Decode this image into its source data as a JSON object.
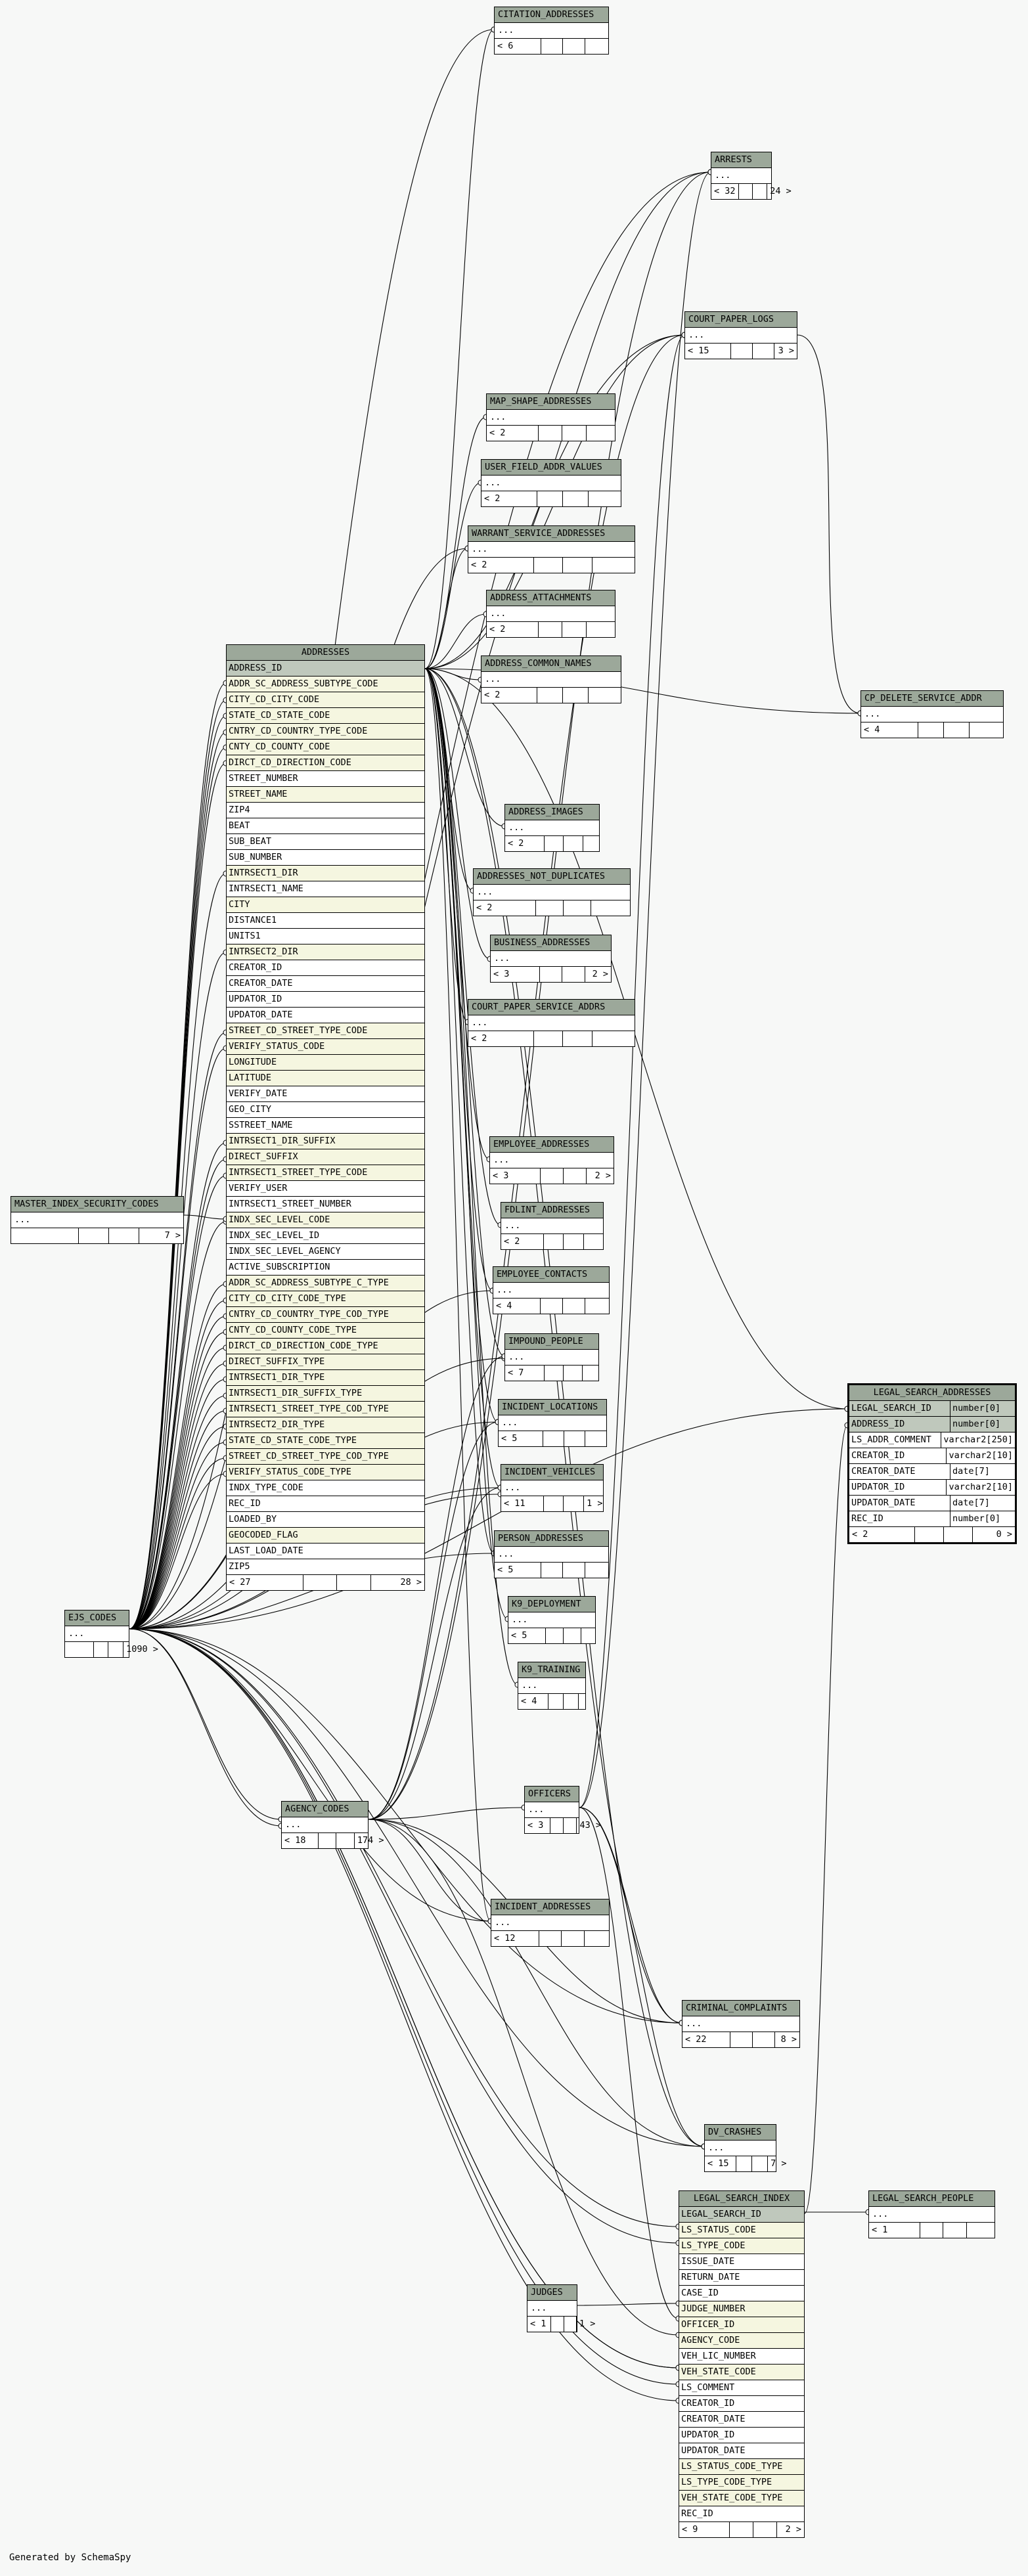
{
  "footer": "Generated by SchemaSpy",
  "colors": {
    "header": "#9ca89a",
    "fk_row": "#f5f6e0",
    "pk_row": "#bfc8bc",
    "line": "#000000"
  },
  "tables": {
    "citation_addresses": {
      "name": "CITATION_ADDRESSES",
      "ellipsis": "...",
      "foot_left": "< 6",
      "foot_right": ""
    },
    "arrests": {
      "name": "ARRESTS",
      "ellipsis": "...",
      "foot_left": "< 32",
      "foot_right": "24 >"
    },
    "court_paper_logs": {
      "name": "COURT_PAPER_LOGS",
      "ellipsis": "...",
      "foot_left": "< 15",
      "foot_right": "3 >"
    },
    "map_shape_addresses": {
      "name": "MAP_SHAPE_ADDRESSES",
      "ellipsis": "...",
      "foot_left": "< 2",
      "foot_right": ""
    },
    "user_field_addr_values": {
      "name": "USER_FIELD_ADDR_VALUES",
      "ellipsis": "...",
      "foot_left": "< 2",
      "foot_right": ""
    },
    "warrant_service_addresses": {
      "name": "WARRANT_SERVICE_ADDRESSES",
      "ellipsis": "...",
      "foot_left": "< 2",
      "foot_right": ""
    },
    "address_attachments": {
      "name": "ADDRESS_ATTACHMENTS",
      "ellipsis": "...",
      "foot_left": "< 2",
      "foot_right": ""
    },
    "address_common_names": {
      "name": "ADDRESS_COMMON_NAMES",
      "ellipsis": "...",
      "foot_left": "< 2",
      "foot_right": ""
    },
    "cp_delete_service_addr": {
      "name": "CP_DELETE_SERVICE_ADDR",
      "ellipsis": "...",
      "foot_left": "< 4",
      "foot_right": ""
    },
    "address_images": {
      "name": "ADDRESS_IMAGES",
      "ellipsis": "...",
      "foot_left": "< 2",
      "foot_right": ""
    },
    "addresses_not_duplicates": {
      "name": "ADDRESSES_NOT_DUPLICATES",
      "ellipsis": "...",
      "foot_left": "< 2",
      "foot_right": ""
    },
    "business_addresses": {
      "name": "BUSINESS_ADDRESSES",
      "ellipsis": "...",
      "foot_left": "< 3",
      "foot_right": "2 >"
    },
    "court_paper_service_addrs": {
      "name": "COURT_PAPER_SERVICE_ADDRS",
      "ellipsis": "...",
      "foot_left": "< 2",
      "foot_right": ""
    },
    "employee_addresses": {
      "name": "EMPLOYEE_ADDRESSES",
      "ellipsis": "...",
      "foot_left": "< 3",
      "foot_right": "2 >"
    },
    "fdlint_addresses": {
      "name": "FDLINT_ADDRESSES",
      "ellipsis": "...",
      "foot_left": "< 2",
      "foot_right": ""
    },
    "employee_contacts": {
      "name": "EMPLOYEE_CONTACTS",
      "ellipsis": "...",
      "foot_left": "< 4",
      "foot_right": ""
    },
    "impound_people": {
      "name": "IMPOUND_PEOPLE",
      "ellipsis": "...",
      "foot_left": "< 7",
      "foot_right": ""
    },
    "incident_locations": {
      "name": "INCIDENT_LOCATIONS",
      "ellipsis": "...",
      "foot_left": "< 5",
      "foot_right": ""
    },
    "incident_vehicles": {
      "name": "INCIDENT_VEHICLES",
      "ellipsis": "...",
      "foot_left": "< 11",
      "foot_right": "1 >"
    },
    "person_addresses": {
      "name": "PERSON_ADDRESSES",
      "ellipsis": "...",
      "foot_left": "< 5",
      "foot_right": ""
    },
    "k9_deployment": {
      "name": "K9_DEPLOYMENT",
      "ellipsis": "...",
      "foot_left": "< 5",
      "foot_right": ""
    },
    "k9_training": {
      "name": "K9_TRAINING",
      "ellipsis": "...",
      "foot_left": "< 4",
      "foot_right": ""
    },
    "officers": {
      "name": "OFFICERS",
      "ellipsis": "...",
      "foot_left": "< 3",
      "foot_right": "43 >"
    },
    "agency_codes": {
      "name": "AGENCY_CODES",
      "ellipsis": "...",
      "foot_left": "< 18",
      "foot_right": "174 >"
    },
    "incident_addresses": {
      "name": "INCIDENT_ADDRESSES",
      "ellipsis": "...",
      "foot_left": "< 12",
      "foot_right": ""
    },
    "criminal_complaints": {
      "name": "CRIMINAL_COMPLAINTS",
      "ellipsis": "...",
      "foot_left": "< 22",
      "foot_right": "8 >"
    },
    "dv_crashes": {
      "name": "DV_CRASHES",
      "ellipsis": "...",
      "foot_left": "< 15",
      "foot_right": "7 >"
    },
    "legal_search_people": {
      "name": "LEGAL_SEARCH_PEOPLE",
      "ellipsis": "...",
      "foot_left": "< 1",
      "foot_right": ""
    },
    "judges": {
      "name": "JUDGES",
      "ellipsis": "...",
      "foot_left": "< 1",
      "foot_right": "1 >"
    },
    "master_index_security_codes": {
      "name": "MASTER_INDEX_SECURITY_CODES",
      "ellipsis": "...",
      "foot_left": "",
      "foot_right": "7 >"
    },
    "ejs_codes": {
      "name": "EJS_CODES",
      "ellipsis": "...",
      "foot_left": "",
      "foot_right": "1090 >"
    },
    "addresses": {
      "name": "ADDRESSES",
      "foot_left": "< 27",
      "foot_right": "28 >",
      "columns": [
        {
          "n": "ADDRESS_ID",
          "k": "pk"
        },
        {
          "n": "ADDR_SC_ADDRESS_SUBTYPE_CODE",
          "k": "fk"
        },
        {
          "n": "CITY_CD_CITY_CODE",
          "k": "fk"
        },
        {
          "n": "STATE_CD_STATE_CODE",
          "k": "fk"
        },
        {
          "n": "CNTRY_CD_COUNTRY_TYPE_CODE",
          "k": "fk"
        },
        {
          "n": "CNTY_CD_COUNTY_CODE",
          "k": "fk"
        },
        {
          "n": "DIRCT_CD_DIRECTION_CODE",
          "k": "fk"
        },
        {
          "n": "STREET_NUMBER",
          "k": ""
        },
        {
          "n": "STREET_NAME",
          "k": "fk"
        },
        {
          "n": "ZIP4",
          "k": ""
        },
        {
          "n": "BEAT",
          "k": ""
        },
        {
          "n": "SUB_BEAT",
          "k": ""
        },
        {
          "n": "SUB_NUMBER",
          "k": ""
        },
        {
          "n": "INTRSECT1_DIR",
          "k": "fk"
        },
        {
          "n": "INTRSECT1_NAME",
          "k": ""
        },
        {
          "n": "CITY",
          "k": "fk"
        },
        {
          "n": "DISTANCE1",
          "k": ""
        },
        {
          "n": "UNITS1",
          "k": ""
        },
        {
          "n": "INTRSECT2_DIR",
          "k": "fk"
        },
        {
          "n": "CREATOR_ID",
          "k": ""
        },
        {
          "n": "CREATOR_DATE",
          "k": ""
        },
        {
          "n": "UPDATOR_ID",
          "k": ""
        },
        {
          "n": "UPDATOR_DATE",
          "k": ""
        },
        {
          "n": "STREET_CD_STREET_TYPE_CODE",
          "k": "fk"
        },
        {
          "n": "VERIFY_STATUS_CODE",
          "k": "fk"
        },
        {
          "n": "LONGITUDE",
          "k": "fk"
        },
        {
          "n": "LATITUDE",
          "k": "fk"
        },
        {
          "n": "VERIFY_DATE",
          "k": ""
        },
        {
          "n": "GEO_CITY",
          "k": ""
        },
        {
          "n": "SSTREET_NAME",
          "k": ""
        },
        {
          "n": "INTRSECT1_DIR_SUFFIX",
          "k": "fk"
        },
        {
          "n": "DIRECT_SUFFIX",
          "k": "fk"
        },
        {
          "n": "INTRSECT1_STREET_TYPE_CODE",
          "k": "fk"
        },
        {
          "n": "VERIFY_USER",
          "k": ""
        },
        {
          "n": "INTRSECT1_STREET_NUMBER",
          "k": ""
        },
        {
          "n": "INDX_SEC_LEVEL_CODE",
          "k": "fk"
        },
        {
          "n": "INDX_SEC_LEVEL_ID",
          "k": ""
        },
        {
          "n": "INDX_SEC_LEVEL_AGENCY",
          "k": ""
        },
        {
          "n": "ACTIVE_SUBSCRIPTION",
          "k": ""
        },
        {
          "n": "ADDR_SC_ADDRESS_SUBTYPE_C_TYPE",
          "k": "fk"
        },
        {
          "n": "CITY_CD_CITY_CODE_TYPE",
          "k": "fk"
        },
        {
          "n": "CNTRY_CD_COUNTRY_TYPE_COD_TYPE",
          "k": "fk"
        },
        {
          "n": "CNTY_CD_COUNTY_CODE_TYPE",
          "k": "fk"
        },
        {
          "n": "DIRCT_CD_DIRECTION_CODE_TYPE",
          "k": "fk"
        },
        {
          "n": "DIRECT_SUFFIX_TYPE",
          "k": "fk"
        },
        {
          "n": "INTRSECT1_DIR_TYPE",
          "k": "fk"
        },
        {
          "n": "INTRSECT1_DIR_SUFFIX_TYPE",
          "k": "fk"
        },
        {
          "n": "INTRSECT1_STREET_TYPE_COD_TYPE",
          "k": "fk"
        },
        {
          "n": "INTRSECT2_DIR_TYPE",
          "k": "fk"
        },
        {
          "n": "STATE_CD_STATE_CODE_TYPE",
          "k": "fk"
        },
        {
          "n": "STREET_CD_STREET_TYPE_COD_TYPE",
          "k": "fk"
        },
        {
          "n": "VERIFY_STATUS_CODE_TYPE",
          "k": "fk"
        },
        {
          "n": "INDX_TYPE_CODE",
          "k": ""
        },
        {
          "n": "REC_ID",
          "k": ""
        },
        {
          "n": "LOADED_BY",
          "k": ""
        },
        {
          "n": "GEOCODED_FLAG",
          "k": "fk"
        },
        {
          "n": "LAST_LOAD_DATE",
          "k": ""
        },
        {
          "n": "ZIP5",
          "k": ""
        }
      ]
    },
    "legal_search_addresses": {
      "name": "LEGAL_SEARCH_ADDRESSES",
      "foot_left": "< 2",
      "foot_right": "0 >",
      "columns": [
        {
          "n": "LEGAL_SEARCH_ID",
          "t": "number[0]",
          "k": "pk"
        },
        {
          "n": "ADDRESS_ID",
          "t": "number[0]",
          "k": "pk"
        },
        {
          "n": "LS_ADDR_COMMENT",
          "t": "varchar2[250]",
          "k": ""
        },
        {
          "n": "CREATOR_ID",
          "t": "varchar2[10]",
          "k": ""
        },
        {
          "n": "CREATOR_DATE",
          "t": "date[7]",
          "k": ""
        },
        {
          "n": "UPDATOR_ID",
          "t": "varchar2[10]",
          "k": ""
        },
        {
          "n": "UPDATOR_DATE",
          "t": "date[7]",
          "k": ""
        },
        {
          "n": "REC_ID",
          "t": "number[0]",
          "k": ""
        }
      ]
    },
    "legal_search_index": {
      "name": "LEGAL_SEARCH_INDEX",
      "foot_left": "< 9",
      "foot_right": "2 >",
      "columns": [
        {
          "n": "LEGAL_SEARCH_ID",
          "k": "pk"
        },
        {
          "n": "LS_STATUS_CODE",
          "k": "fk"
        },
        {
          "n": "LS_TYPE_CODE",
          "k": "fk"
        },
        {
          "n": "ISSUE_DATE",
          "k": ""
        },
        {
          "n": "RETURN_DATE",
          "k": ""
        },
        {
          "n": "CASE_ID",
          "k": ""
        },
        {
          "n": "JUDGE_NUMBER",
          "k": "fk"
        },
        {
          "n": "OFFICER_ID",
          "k": "fk"
        },
        {
          "n": "AGENCY_CODE",
          "k": "fk"
        },
        {
          "n": "VEH_LIC_NUMBER",
          "k": ""
        },
        {
          "n": "VEH_STATE_CODE",
          "k": "fk"
        },
        {
          "n": "LS_COMMENT",
          "k": ""
        },
        {
          "n": "CREATOR_ID",
          "k": ""
        },
        {
          "n": "CREATOR_DATE",
          "k": ""
        },
        {
          "n": "UPDATOR_ID",
          "k": ""
        },
        {
          "n": "UPDATOR_DATE",
          "k": ""
        },
        {
          "n": "LS_STATUS_CODE_TYPE",
          "k": "fk"
        },
        {
          "n": "LS_TYPE_CODE_TYPE",
          "k": "fk"
        },
        {
          "n": "VEH_STATE_CODE_TYPE",
          "k": "fk"
        },
        {
          "n": "REC_ID",
          "k": ""
        }
      ]
    }
  }
}
